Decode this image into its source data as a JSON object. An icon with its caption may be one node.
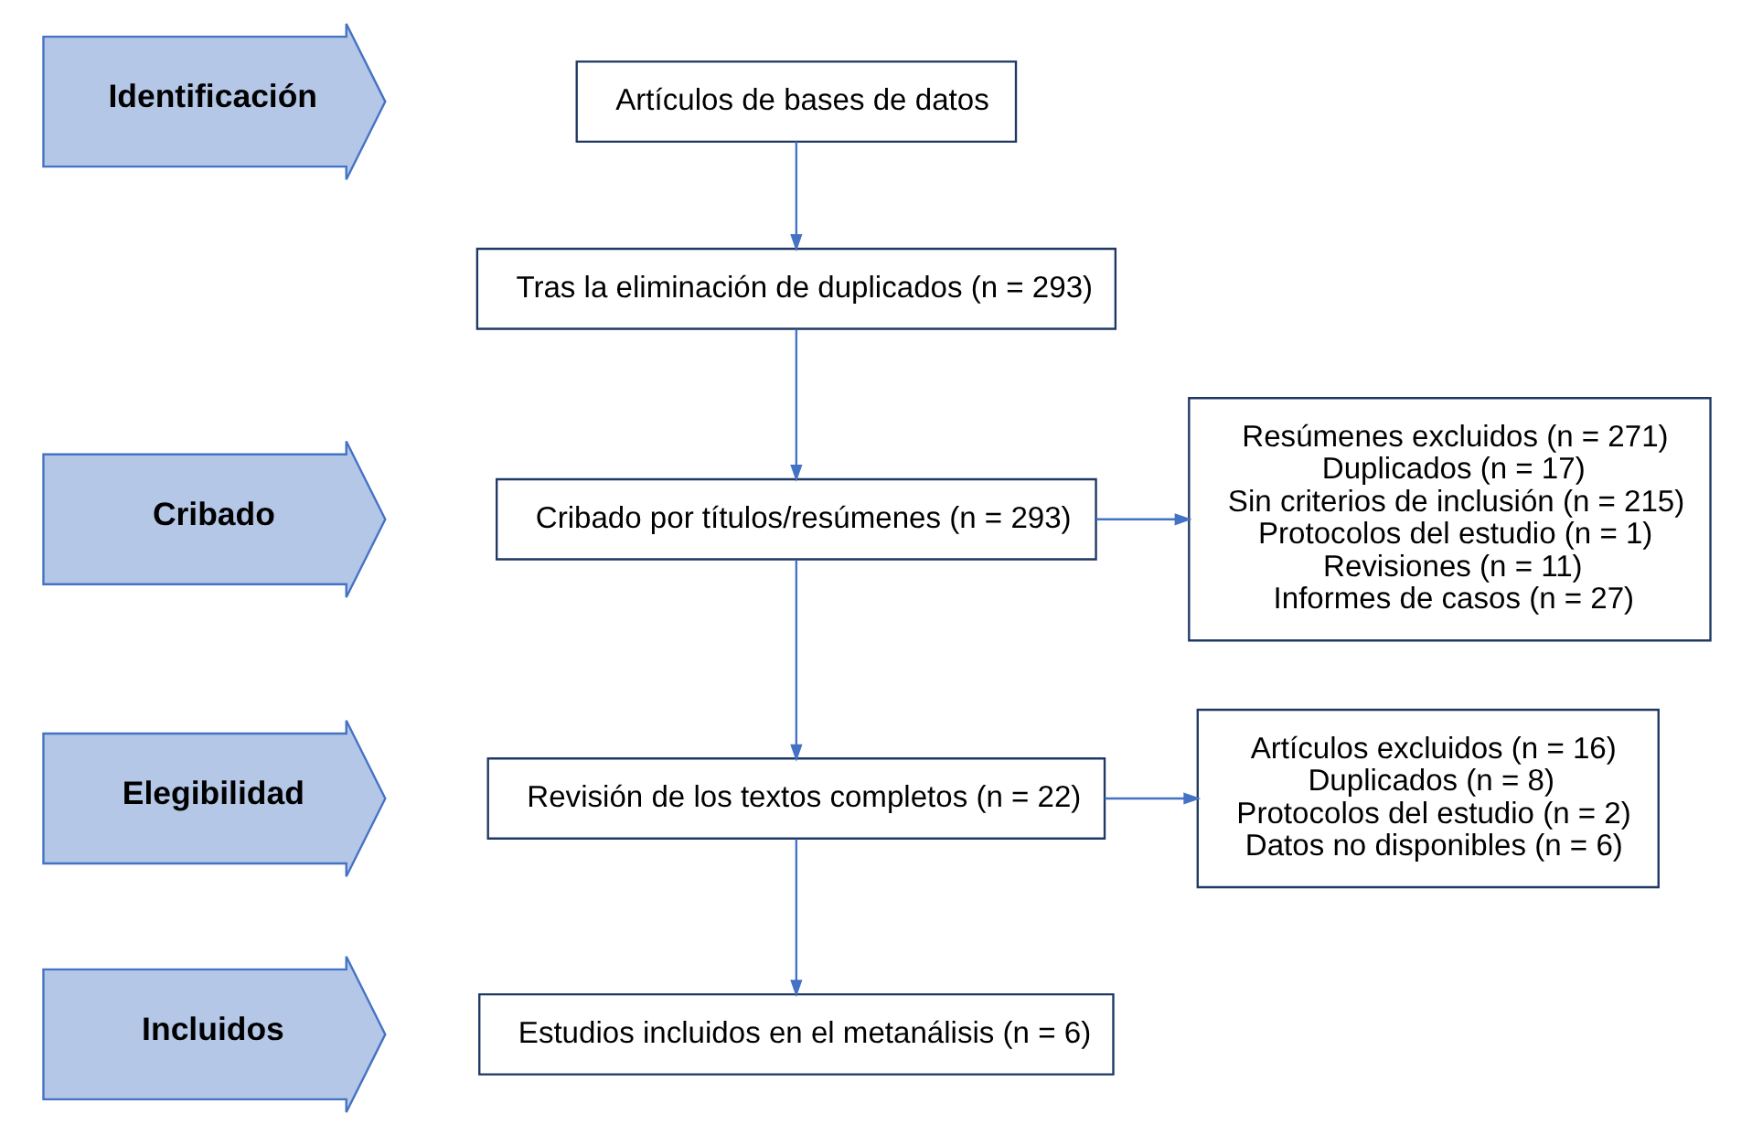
{
  "diagram": {
    "nodes": [
      {
        "text": [
          "Identificación"
        ]
      },
      {
        "text": [
          "Artículos de bases de datos"
        ]
      },
      {
        "text": [
          "Tras la eliminación de duplicados (n = 293)"
        ]
      },
      {
        "text": [
          "Cribado"
        ]
      },
      {
        "text": [
          "Cribado por títulos/resúmenes (n = 293)"
        ]
      },
      {
        "text": [
          "Resúmenes excluidos (n = 271)",
          "Duplicados (n = 17)",
          "Sin criterios de inclusión (n = 215)",
          "Protocolos del estudio (n = 1)",
          "Revisiones (n = 11)",
          "Informes de casos (n = 27)"
        ]
      },
      {
        "text": [
          "Elegibilidad"
        ]
      },
      {
        "text": [
          "Revisión de los textos completos (n = 22)"
        ]
      },
      {
        "text": [
          "Artículos excluidos (n = 16)",
          "Duplicados (n = 8)",
          "Protocolos del estudio (n = 2)",
          "Datos no disponibles (n = 6)"
        ]
      },
      {
        "text": [
          "Incluidos"
        ]
      },
      {
        "text": [
          "Estudios incluidos en el metanálisis (n = 6)"
        ]
      }
    ],
    "edges": [
      {
        "from": 1,
        "to": 2,
        "arrow": "to"
      },
      {
        "from": 2,
        "to": 4,
        "arrow": "to"
      },
      {
        "from": 4,
        "to": 7,
        "arrow": "to"
      },
      {
        "from": 4,
        "to": 5,
        "arrow": "to"
      },
      {
        "from": 7,
        "to": 10,
        "arrow": "to"
      },
      {
        "from": 7,
        "to": 8,
        "arrow": "to"
      }
    ]
  }
}
